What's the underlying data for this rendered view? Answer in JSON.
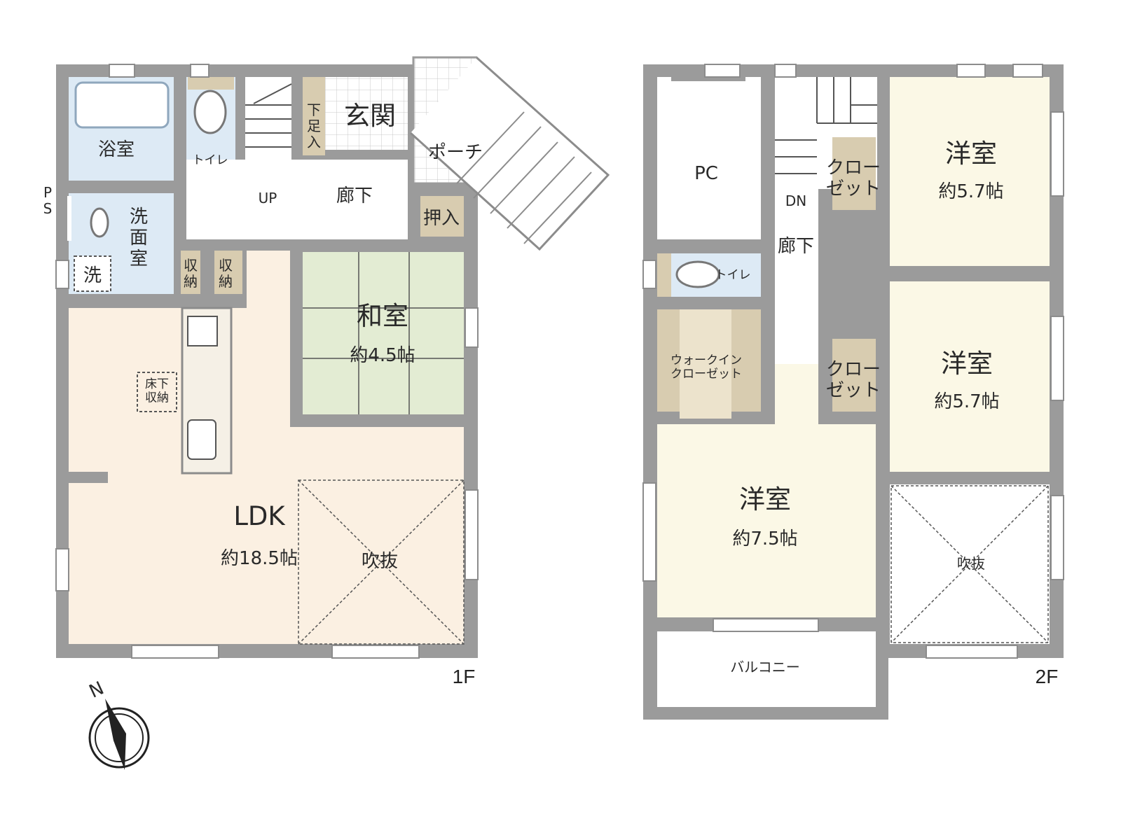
{
  "colors": {
    "wall": "#9b9b9b",
    "ldk": "#fbf0e2",
    "washroom": "#ddeaf5",
    "tatami": "#e3ecd3",
    "bedroom": "#fbf8e6",
    "storage": "#d8ccb0",
    "tile_grid": "#c9c9c9"
  },
  "floor1": {
    "label": "1F",
    "bath": "浴室",
    "toilet": "トイレ",
    "washroom": "洗\n面\n室",
    "laundry": "洗",
    "ps": "P\nS",
    "storage_1": "収\n納",
    "storage_2": "収\n納",
    "stair_up": "UP",
    "genkan": "玄関",
    "shoe_storage": "下\n足\n入",
    "porch": "ポーチ",
    "hallway": "廊下",
    "oshiire": "押入",
    "washitsu_name": "和室",
    "washitsu_size": "約4.5帖",
    "underfloor_storage": "床下\n収納",
    "ldk_name": "LDK",
    "ldk_size": "約18.5帖",
    "void": "吹抜"
  },
  "floor2": {
    "label": "2F",
    "pc": "PC",
    "stair_down": "DN",
    "hallway": "廊下",
    "toilet": "トイレ",
    "closet_a": "クロー\nゼット",
    "closet_b": "クロー\nゼット",
    "walkin": "ウォークイン\nクローゼット",
    "room_a_name": "洋室",
    "room_a_size": "約5.7帖",
    "room_b_name": "洋室",
    "room_b_size": "約5.7帖",
    "room_c_name": "洋室",
    "room_c_size": "約7.5帖",
    "void": "吹抜",
    "balcony": "バルコニー"
  },
  "compass": {
    "north_label": "N"
  }
}
